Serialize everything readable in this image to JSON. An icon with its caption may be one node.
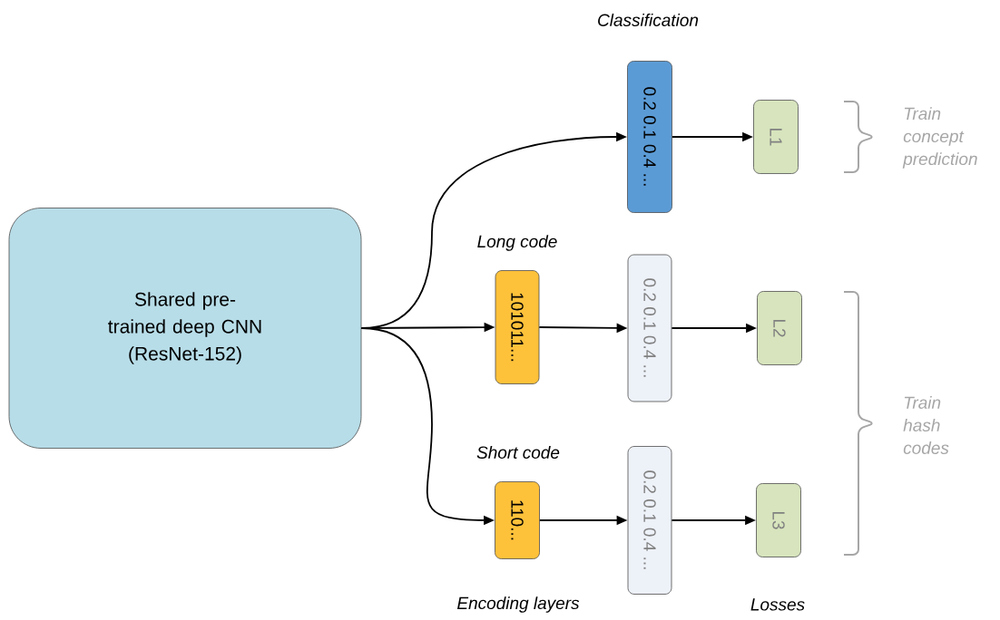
{
  "diagram": {
    "nodes": [
      {
        "text": [
          "Shared pre-trained deep CNN (ResNet-152)"
        ]
      },
      {
        "text": [
          "0.2 0.1 0.4 ..."
        ],
        "beside": [
          "Classification"
        ]
      },
      {
        "text": [
          "L1"
        ]
      },
      {
        "text": [
          "101011..."
        ],
        "beside": [
          "Long code"
        ]
      },
      {
        "text": [
          "0.2 0.1 0.4 ..."
        ]
      },
      {
        "text": [
          "L2"
        ]
      },
      {
        "text": [
          "110..."
        ],
        "beside": [
          "Short code"
        ]
      },
      {
        "text": [
          "0.2 0.1 0.4 ..."
        ]
      },
      {
        "text": [
          "L3"
        ]
      }
    ],
    "edges": [
      {
        "from": 0,
        "to": 1,
        "arrow": "to"
      },
      {
        "from": 1,
        "to": 2,
        "arrow": "to"
      },
      {
        "from": 0,
        "to": 3,
        "arrow": "to"
      },
      {
        "from": 3,
        "to": 4,
        "arrow": "to"
      },
      {
        "from": 4,
        "to": 5,
        "arrow": "to"
      },
      {
        "from": 0,
        "to": 6,
        "arrow": "to"
      },
      {
        "from": 6,
        "to": 7,
        "arrow": "to"
      },
      {
        "from": 7,
        "to": 8,
        "arrow": "to"
      }
    ],
    "labels": [
      "Train concept prediction",
      "Train hash codes",
      "Encoding layers",
      "Losses"
    ]
  }
}
